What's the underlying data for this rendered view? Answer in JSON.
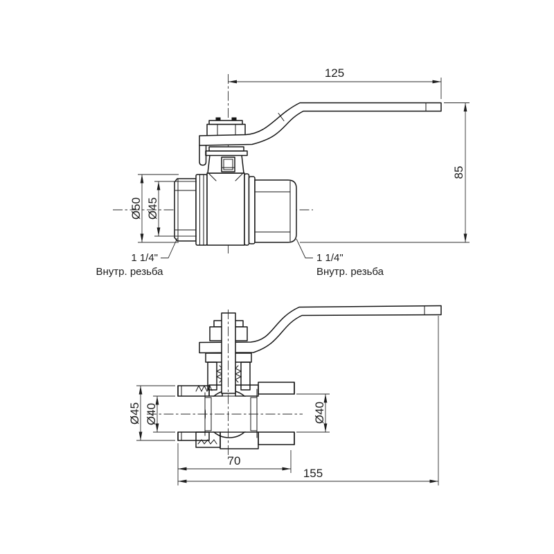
{
  "title": "Ball valve technical drawing",
  "colors": {
    "background": "#ffffff",
    "line": "#161616"
  },
  "side_view": {
    "dim_handle_length": "125",
    "dim_height": "85",
    "dim_outer_diameter": "Ø50",
    "dim_inner_diameter": "Ø45",
    "thread_left": {
      "size": "1 1/4\"",
      "type": "Внутр. резьба"
    },
    "thread_right": {
      "size": "1 1/4\"",
      "type": "Внутр. резьба"
    }
  },
  "section_view": {
    "dim_outer_diameter": "Ø45",
    "dim_bore_left": "Ø40",
    "dim_bore_right": "Ø40",
    "dim_body_length": "70",
    "dim_total_length": "155"
  }
}
